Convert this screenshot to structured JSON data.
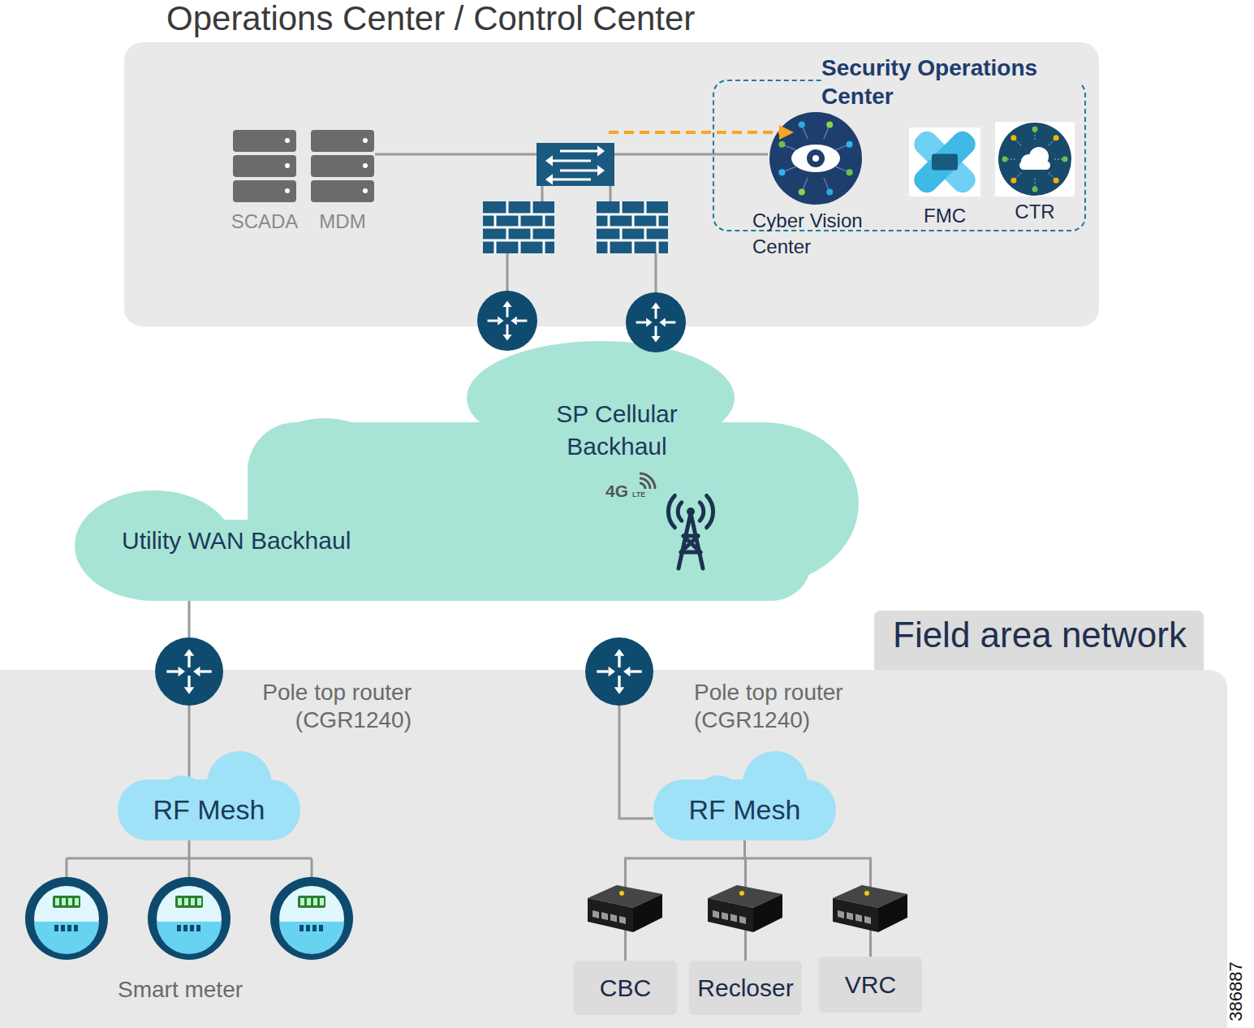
{
  "diagram": {
    "nodes": [
      {
        "text": [
          "Operations Center / Control Center"
        ]
      },
      {
        "text": [
          "SCADA"
        ],
        "in": 0
      },
      {
        "text": [
          "MDM"
        ],
        "in": 0
      },
      {
        "text": [
          "Security Operations Center"
        ],
        "in": 0
      },
      {
        "text": [
          "Cyber Vision Center"
        ],
        "in": 3
      },
      {
        "text": [
          "FMC"
        ],
        "in": 3
      },
      {
        "text": [
          "CTR"
        ],
        "in": 3
      },
      {
        "text": [
          "SP Cellular Backhaul",
          "Utility WAN Backhaul"
        ]
      },
      {
        "text": [
          "Field area network"
        ]
      },
      {
        "text": [
          "Pole top router (CGR1240)"
        ],
        "in": 8
      },
      {
        "text": [
          "Pole top router (CGR1240)"
        ],
        "in": 8
      },
      {
        "text": [
          "RF Mesh"
        ],
        "in": 8
      },
      {
        "text": [
          "RF Mesh"
        ],
        "in": 8
      },
      {
        "text": [
          "CBC"
        ],
        "in": 8
      },
      {
        "text": [
          "Recloser"
        ],
        "in": 8
      },
      {
        "text": [
          "VRC"
        ],
        "in": 8
      }
    ],
    "edges": [
      {
        "from": 7,
        "to": 9,
        "arrow": "none"
      },
      {
        "from": 9,
        "to": 11,
        "arrow": "none"
      },
      {
        "from": 10,
        "to": 12,
        "arrow": "none"
      },
      {
        "from": 12,
        "to": 13,
        "arrow": "none"
      },
      {
        "from": 12,
        "to": 14,
        "arrow": "none"
      },
      {
        "from": 12,
        "to": 15,
        "arrow": "none"
      }
    ],
    "labels": [
      "4G",
      "LTE",
      "Smart meter",
      "386887"
    ]
  }
}
